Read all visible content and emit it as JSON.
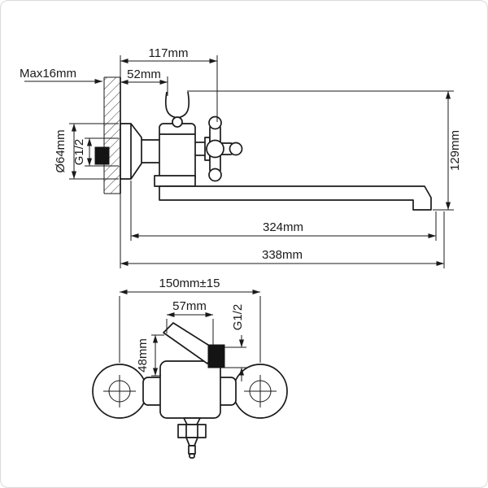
{
  "drawing": {
    "type": "faucet-installation-technical-drawing",
    "colors": {
      "ink": "#1a1a1a",
      "background": "#ffffff"
    },
    "side_view": {
      "dim_117": "117mm",
      "dim_52": "52mm",
      "dim_wall_max": "Max16mm",
      "dim_escutcheon_dia": "Ø64mm",
      "dim_thread": "G1/2",
      "dim_height_129": "129mm",
      "dim_reach_324": "324mm",
      "dim_reach_338": "338mm"
    },
    "front_view": {
      "dim_centers_150": "150mm±15",
      "dim_57": "57mm",
      "dim_thread": "G1/2",
      "dim_48": "48mm"
    }
  }
}
